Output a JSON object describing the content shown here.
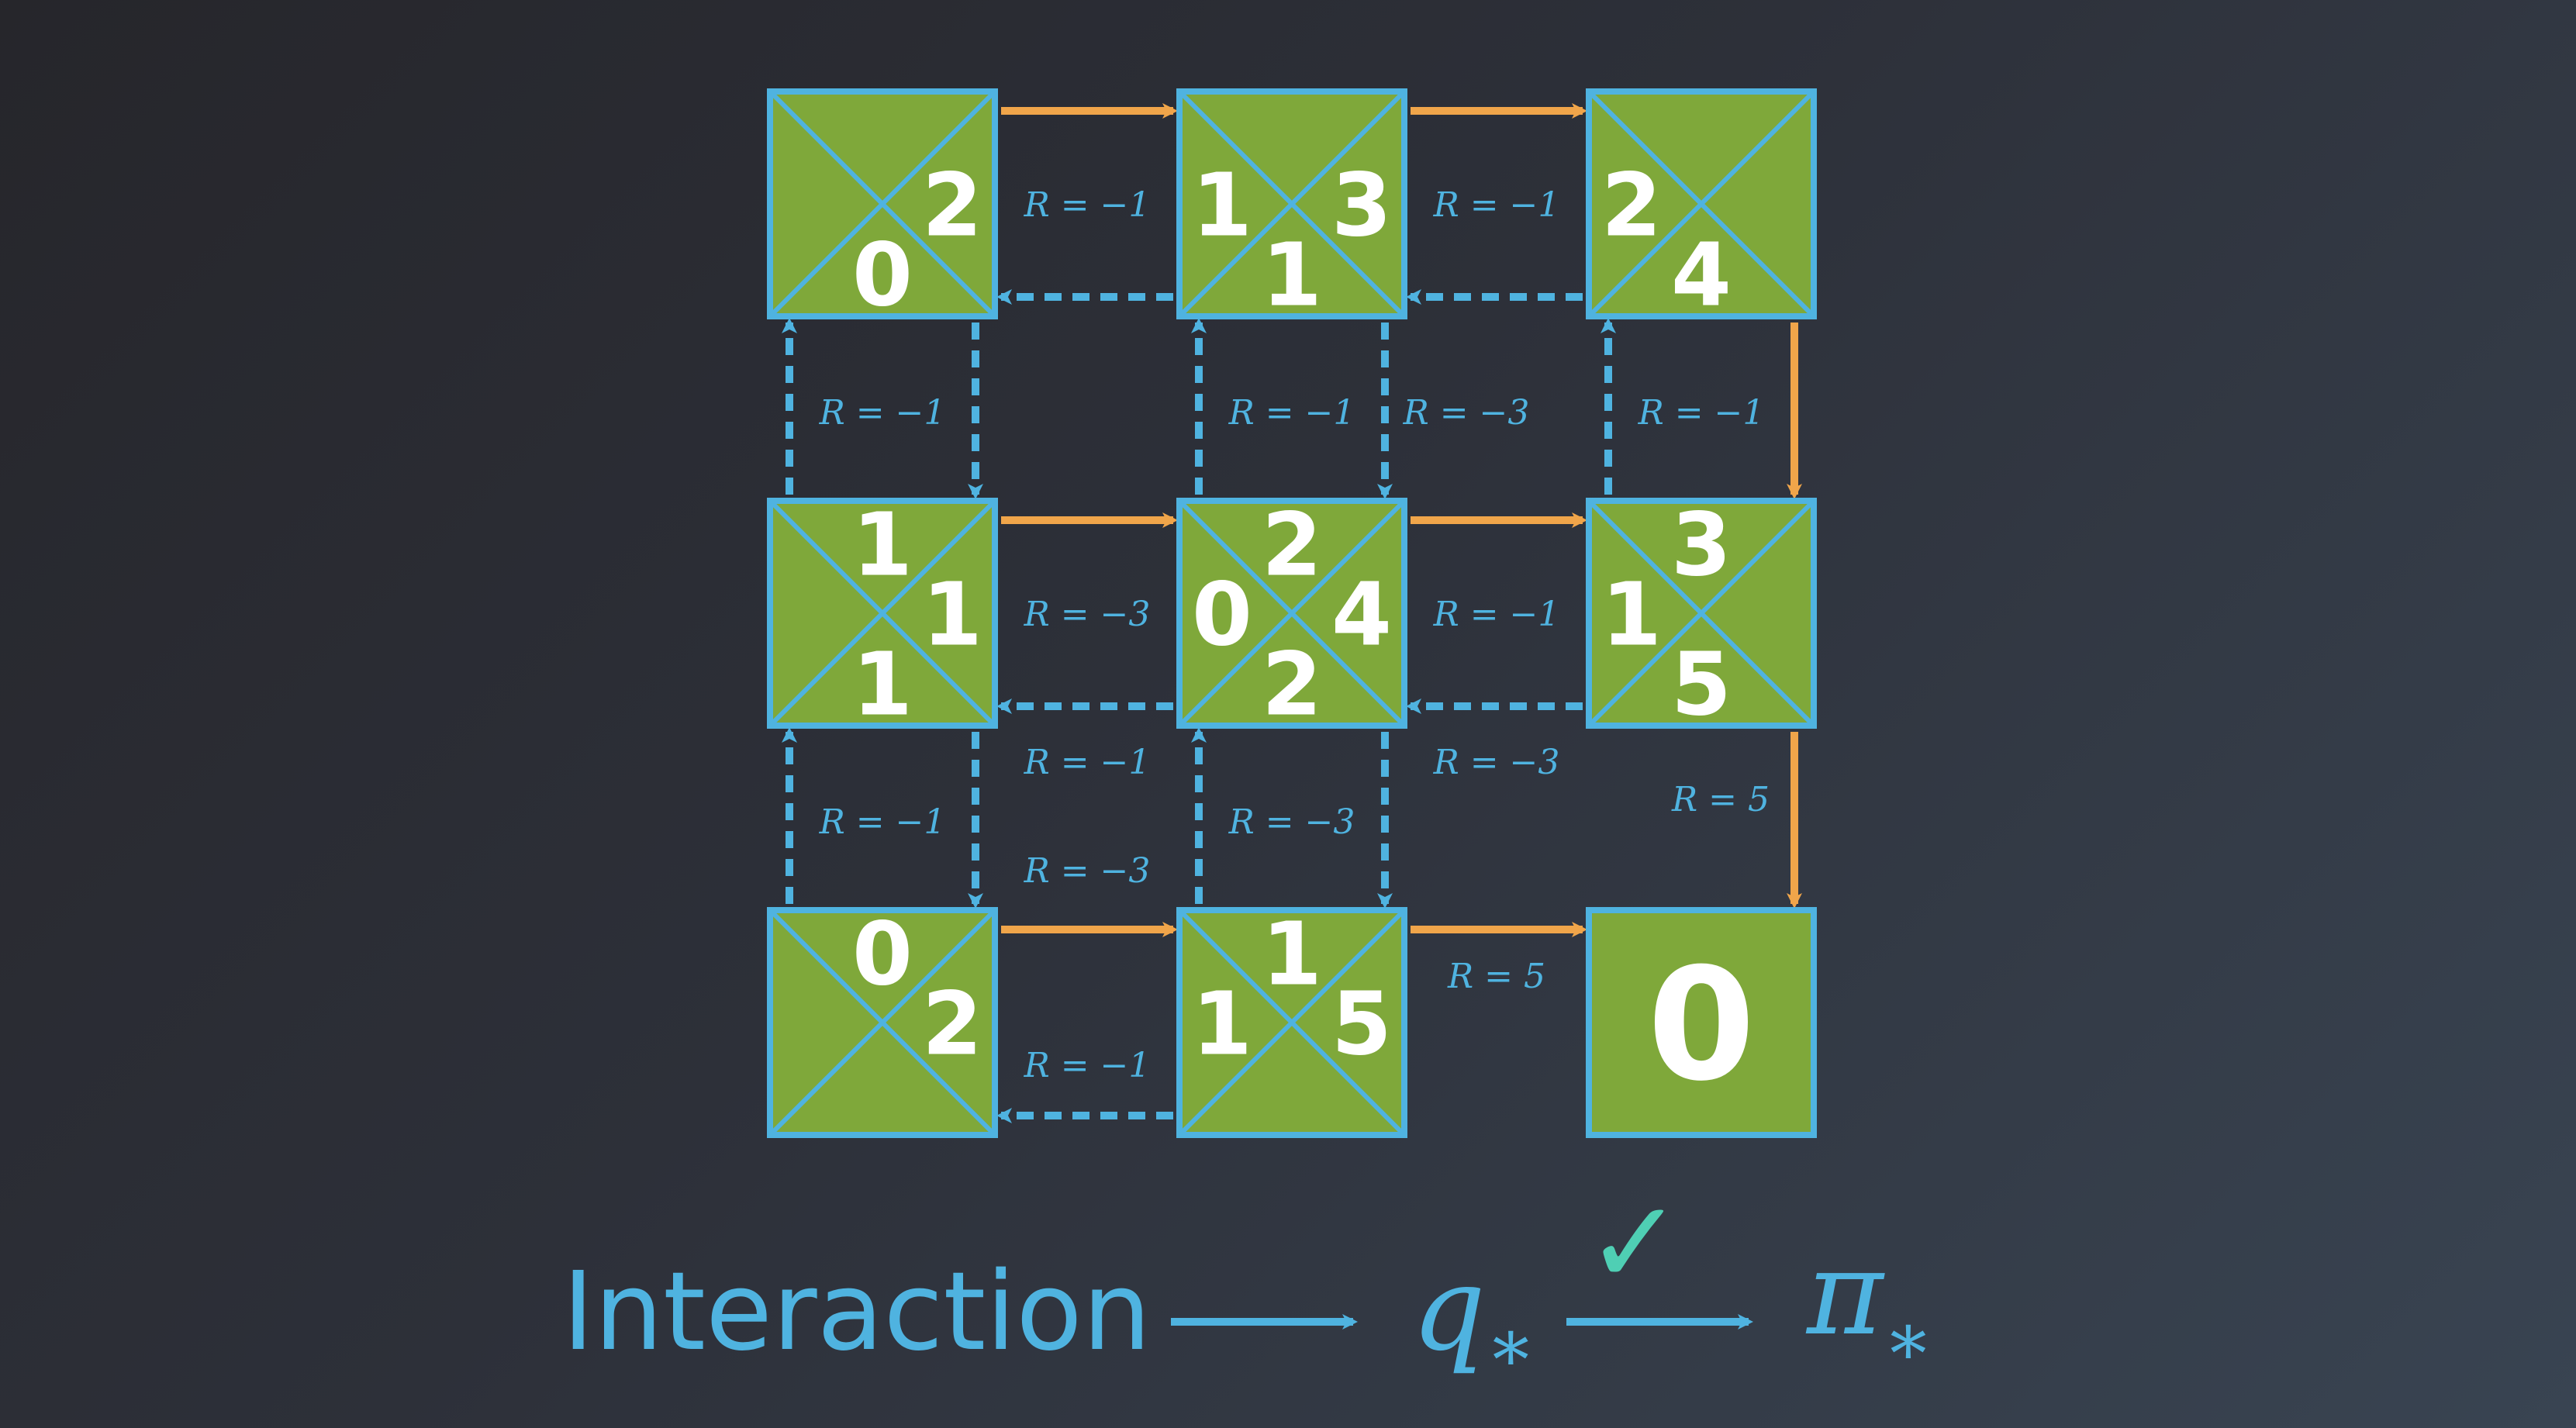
{
  "colors": {
    "cell_fill": "#7fa83a",
    "cell_border": "#4fb3e0",
    "optimal_arrow": "#f0a54a",
    "other_arrow": "#4fb3e0",
    "checkmark": "#4fcfb4",
    "text_blue": "#4fb3e0"
  },
  "grid": {
    "cells": [
      {
        "id": "r0c0",
        "row": 0,
        "col": 0,
        "terminal": false,
        "q": {
          "up": "",
          "right": "2",
          "down": "0",
          "left": ""
        }
      },
      {
        "id": "r0c1",
        "row": 0,
        "col": 1,
        "terminal": false,
        "q": {
          "up": "",
          "right": "3",
          "down": "1",
          "left": "1"
        }
      },
      {
        "id": "r0c2",
        "row": 0,
        "col": 2,
        "terminal": false,
        "q": {
          "up": "",
          "right": "",
          "down": "4",
          "left": "2"
        }
      },
      {
        "id": "r1c0",
        "row": 1,
        "col": 0,
        "terminal": false,
        "q": {
          "up": "1",
          "right": "1",
          "down": "1",
          "left": ""
        }
      },
      {
        "id": "r1c1",
        "row": 1,
        "col": 1,
        "terminal": false,
        "q": {
          "up": "2",
          "right": "4",
          "down": "2",
          "left": "0"
        }
      },
      {
        "id": "r1c2",
        "row": 1,
        "col": 2,
        "terminal": false,
        "q": {
          "up": "3",
          "right": "",
          "down": "5",
          "left": "1"
        }
      },
      {
        "id": "r2c0",
        "row": 2,
        "col": 0,
        "terminal": false,
        "q": {
          "up": "0",
          "right": "2",
          "down": "",
          "left": ""
        }
      },
      {
        "id": "r2c1",
        "row": 2,
        "col": 1,
        "terminal": false,
        "q": {
          "up": "1",
          "right": "5",
          "down": "",
          "left": "1"
        }
      },
      {
        "id": "r2c2",
        "row": 2,
        "col": 2,
        "terminal": true,
        "value": "0"
      }
    ],
    "transitions": [
      {
        "from": "r0c0",
        "to": "r0c1",
        "optimal": true,
        "reward": "R = −1"
      },
      {
        "from": "r0c1",
        "to": "r0c0",
        "optimal": false,
        "reward": ""
      },
      {
        "from": "r0c1",
        "to": "r0c2",
        "optimal": true,
        "reward": "R = −1"
      },
      {
        "from": "r0c2",
        "to": "r0c1",
        "optimal": false,
        "reward": ""
      },
      {
        "from": "r1c0",
        "to": "r0c0",
        "optimal": false,
        "reward": "R = −1"
      },
      {
        "from": "r0c0",
        "to": "r1c0",
        "optimal": false,
        "reward": ""
      },
      {
        "from": "r1c1",
        "to": "r0c1",
        "optimal": false,
        "reward": "R = −1"
      },
      {
        "from": "r0c1",
        "to": "r1c1",
        "optimal": false,
        "reward": "R = −3"
      },
      {
        "from": "r1c2",
        "to": "r0c2",
        "optimal": false,
        "reward": "R = −1"
      },
      {
        "from": "r0c2",
        "to": "r1c2",
        "optimal": true,
        "reward": ""
      },
      {
        "from": "r1c0",
        "to": "r1c1",
        "optimal": true,
        "reward": "R = −3"
      },
      {
        "from": "r1c1",
        "to": "r1c0",
        "optimal": false,
        "reward": "R = −1"
      },
      {
        "from": "r1c1",
        "to": "r1c2",
        "optimal": true,
        "reward": "R = −1"
      },
      {
        "from": "r1c2",
        "to": "r1c1",
        "optimal": false,
        "reward": "R = −3"
      },
      {
        "from": "r2c0",
        "to": "r1c0",
        "optimal": false,
        "reward": "R = −1"
      },
      {
        "from": "r1c0",
        "to": "r2c0",
        "optimal": false,
        "reward": ""
      },
      {
        "from": "r2c1",
        "to": "r1c1",
        "optimal": false,
        "reward": "R = −3"
      },
      {
        "from": "r1c1",
        "to": "r2c1",
        "optimal": false,
        "reward": ""
      },
      {
        "from": "r1c2",
        "to": "r2c2",
        "optimal": true,
        "reward": "R = 5"
      },
      {
        "from": "r2c0",
        "to": "r2c1",
        "optimal": true,
        "reward": "R = −3"
      },
      {
        "from": "r2c1",
        "to": "r2c0",
        "optimal": false,
        "reward": "R = −1"
      },
      {
        "from": "r2c1",
        "to": "r2c2",
        "optimal": true,
        "reward": "R = 5"
      }
    ]
  },
  "bottom": {
    "interaction": "Interaction",
    "q_symbol": "q",
    "q_subscript": "∗",
    "pi_symbol": "π",
    "pi_subscript": "∗",
    "check": "✓"
  }
}
